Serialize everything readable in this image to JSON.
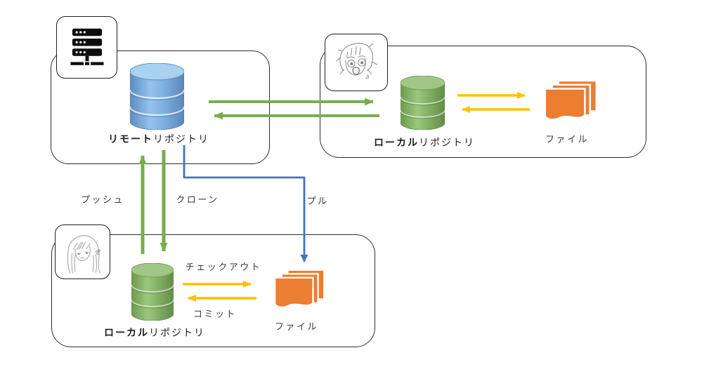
{
  "diagram": {
    "type": "git-workflow-diagram",
    "language": "ja",
    "nodes": {
      "remote": {
        "label_bold": "リモート",
        "label_rest": "リポジトリ",
        "icon": "server-icon",
        "cylinder_color": "blue"
      },
      "local_top": {
        "label_bold": "ローカル",
        "label_rest": "リポジトリ",
        "icon": "avatar-surprised-girl",
        "cylinder_color": "green",
        "file_label": "ファイル"
      },
      "local_bottom": {
        "label_bold": "ローカル",
        "label_rest": "リポジトリ",
        "icon": "avatar-longhair-girl",
        "cylinder_color": "green",
        "file_label": "ファイル"
      }
    },
    "arrow_labels": {
      "push": "プッシュ",
      "clone": "クローン",
      "pull": "プル",
      "checkout": "チェックアウト",
      "commit": "コミット"
    },
    "colors": {
      "arrow_green": "#77AE4D",
      "arrow_yellow": "#FFC000",
      "arrow_blue": "#4472C4",
      "file_orange": "#ED7D31",
      "cylinder_blue_top": "#A9D2F0",
      "cylinder_blue_body": "#6393C6",
      "cylinder_green_top": "#A2C687",
      "cylinder_green_body": "#6C9A4E",
      "container_border": "#2B2B2B",
      "label_text": "#3A3A3A",
      "background": "#FFFFFF"
    }
  }
}
